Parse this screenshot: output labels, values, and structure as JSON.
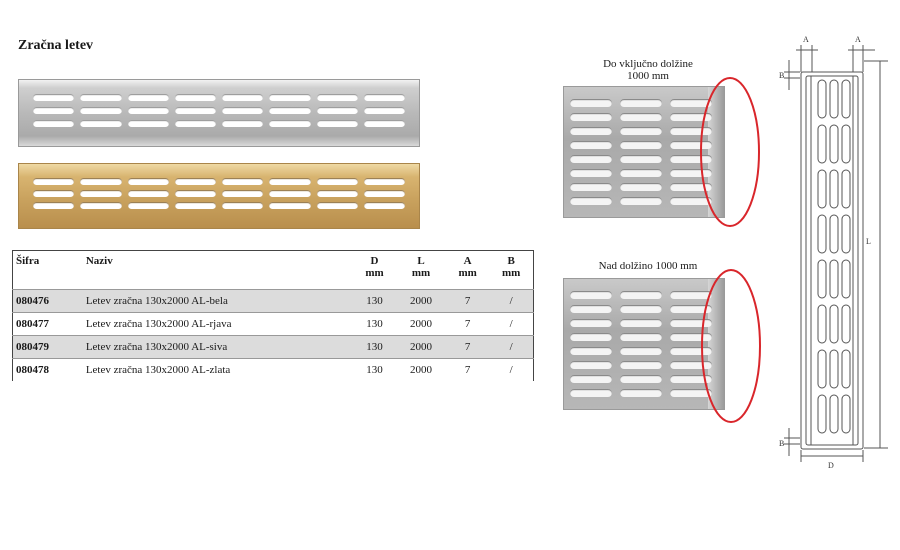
{
  "title": "Zračna letev",
  "table": {
    "headers": [
      {
        "line1": "Šifra",
        "line2": ""
      },
      {
        "line1": "Naziv",
        "line2": ""
      },
      {
        "line1": "D",
        "line2": "mm"
      },
      {
        "line1": "L",
        "line2": "mm"
      },
      {
        "line1": "A",
        "line2": "mm"
      },
      {
        "line1": "B",
        "line2": "mm"
      }
    ],
    "rows": [
      {
        "code": "080476",
        "name": "Letev zračna 130x2000 AL-bela",
        "d": "130",
        "l": "2000",
        "a": "7",
        "b": "/"
      },
      {
        "code": "080477",
        "name": "Letev zračna 130x2000 AL-rjava",
        "d": "130",
        "l": "2000",
        "a": "7",
        "b": "/"
      },
      {
        "code": "080479",
        "name": "Letev zračna 130x2000 AL-siva",
        "d": "130",
        "l": "2000",
        "a": "7",
        "b": "/"
      },
      {
        "code": "080478",
        "name": "Letev zračna 130x2000 AL-zlata",
        "d": "130",
        "l": "2000",
        "a": "7",
        "b": "/"
      }
    ]
  },
  "captions": {
    "up_to": "Do vključno dolžine",
    "up_to_value": "1000 mm",
    "over": "Nad dolžino 1000 mm"
  },
  "drawing": {
    "label_a": "A",
    "label_b": "B",
    "label_l": "L",
    "label_d": "D"
  },
  "colors": {
    "highlight": "#d9262b",
    "silver": "#b9b9b9",
    "gold": "#c9a25e"
  }
}
